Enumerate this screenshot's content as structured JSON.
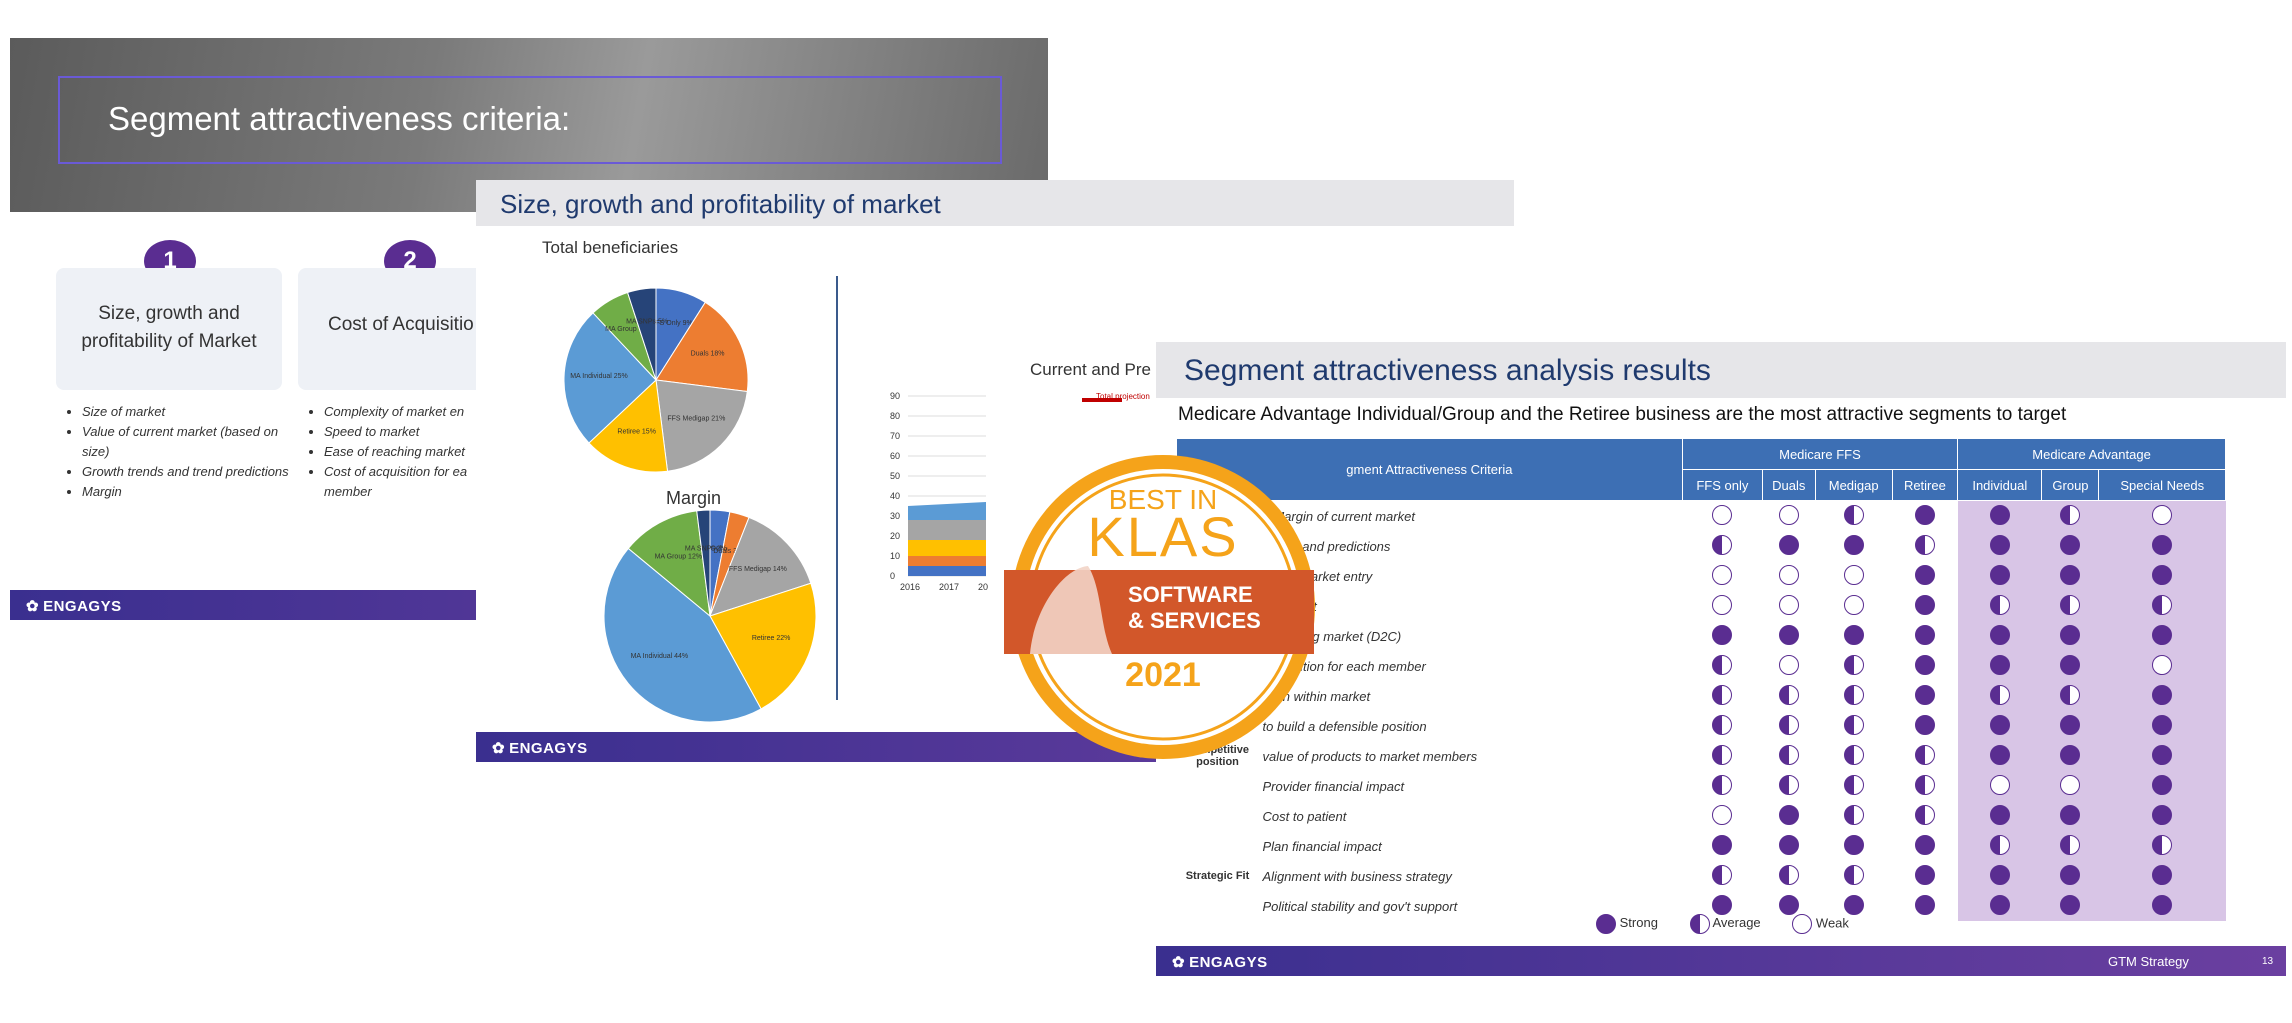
{
  "slide1": {
    "title": "Segment attractiveness criteria:",
    "num1": "1",
    "num2": "2",
    "card1": "Size, growth and profitability of Market",
    "card2": "Cost of Acquisitio",
    "bullets1": [
      "Size of market",
      "Value of current market (based on size)",
      "Growth trends and trend predictions",
      "Margin"
    ],
    "bullets2": [
      "Complexity of market en",
      "Speed to market",
      "Ease of reaching market",
      "Cost of acquisition for ea",
      "member"
    ],
    "footer_brand": "ENGAGYS"
  },
  "slide2": {
    "title": "Size, growth and profitability of market",
    "pie1_title": "Total beneficiaries",
    "pie2_title": "Margin",
    "bar_title": "Current and Pre",
    "bar_legend": "Total projection",
    "footer_brand": "ENGAGYS",
    "chart_data": [
      {
        "type": "pie",
        "title": "Total beneficiaries",
        "slices": [
          {
            "label": "FFS Only",
            "value": 9,
            "color": "#4472c4"
          },
          {
            "label": "Duals",
            "value": 18,
            "color": "#ed7d31"
          },
          {
            "label": "FFS Medigap",
            "value": 21,
            "color": "#a5a5a5"
          },
          {
            "label": "Retiree",
            "value": 15,
            "color": "#ffc000"
          },
          {
            "label": "MA Individual",
            "value": 25,
            "color": "#5b9bd5"
          },
          {
            "label": "MA Group",
            "value": 7,
            "color": "#70ad47"
          },
          {
            "label": "MA SNPs",
            "value": 5,
            "color": "#264478"
          }
        ],
        "labels_text": [
          "FFS Only 9%",
          "Duals 18%",
          "FFS Medigap 21%",
          "Retiree 15%",
          "MA Individual 25%",
          "MA Group 7%",
          "MA SNPs 5%"
        ]
      },
      {
        "type": "pie",
        "title": "Margin",
        "slices": [
          {
            "label": "FFS Only",
            "value": 3,
            "color": "#4472c4"
          },
          {
            "label": "Duals",
            "value": 3,
            "color": "#ed7d31"
          },
          {
            "label": "FFS Medigap",
            "value": 14,
            "color": "#a5a5a5"
          },
          {
            "label": "Retiree",
            "value": 22,
            "color": "#ffc000"
          },
          {
            "label": "MA Individual",
            "value": 44,
            "color": "#5b9bd5"
          },
          {
            "label": "MA Group",
            "value": 12,
            "color": "#70ad47"
          },
          {
            "label": "MA SNPs",
            "value": 2,
            "color": "#264478"
          }
        ],
        "labels_text": [
          "FFS Only 3%",
          "Duals 3%",
          "FFS Medigap 14%",
          "Retiree 22%",
          "MA Individual 44%",
          "MA Group 12%",
          "MA SNPs 2%"
        ]
      },
      {
        "type": "area",
        "title": "Current and Pre",
        "x": [
          "2016",
          "2017",
          "20"
        ],
        "yticks": [
          "0",
          "10",
          "20",
          "30",
          "40",
          "50",
          "60",
          "70",
          "80",
          "90"
        ],
        "ylim": [
          0,
          90
        ],
        "series": [
          {
            "values": [
              5,
              5,
              5
            ],
            "color": "#4472c4"
          },
          {
            "values": [
              5,
              5,
              5
            ],
            "color": "#ed7d31"
          },
          {
            "values": [
              8,
              8,
              8
            ],
            "color": "#ffc000"
          },
          {
            "values": [
              10,
              10,
              10
            ],
            "color": "#a5a5a5"
          },
          {
            "values": [
              7,
              8,
              9
            ],
            "color": "#5b9bd5"
          }
        ]
      }
    ]
  },
  "slide3": {
    "title": "Segment attractiveness analysis results",
    "subtitle": "Medicare Advantage Individual/Group and the Retiree business are the most attractive segments to target",
    "criteria_header": "gment Attractiveness Criteria",
    "group_ffs": "Medicare FFS",
    "group_ma": "Medicare Advantage",
    "columns": [
      "FFS only",
      "Duals",
      "Medigap",
      "Retiree",
      "Individual",
      "Group",
      "Special Needs"
    ],
    "rows": [
      {
        "group": "",
        "label": "d Margin of current market",
        "ratings": [
          "weak",
          "weak",
          "average",
          "strong",
          "strong",
          "average",
          "weak"
        ]
      },
      {
        "group": "",
        "label": "trends and predictions",
        "ratings": [
          "average",
          "strong",
          "strong",
          "average",
          "strong",
          "strong",
          "strong"
        ]
      },
      {
        "group": "",
        "label": "xity of market entry",
        "ratings": [
          "weak",
          "weak",
          "weak",
          "strong",
          "strong",
          "strong",
          "strong"
        ]
      },
      {
        "group": "",
        "label": "to market",
        "ratings": [
          "weak",
          "weak",
          "weak",
          "strong",
          "average",
          "average",
          "average"
        ]
      },
      {
        "group": "",
        "label": "f reaching market (D2C)",
        "ratings": [
          "strong",
          "strong",
          "strong",
          "strong",
          "strong",
          "strong",
          "strong"
        ]
      },
      {
        "group": "",
        "label": "acquisition for each member",
        "ratings": [
          "average",
          "weak",
          "average",
          "strong",
          "strong",
          "strong",
          "weak"
        ]
      },
      {
        "group": "",
        "label": "tition within market",
        "ratings": [
          "average",
          "average",
          "average",
          "strong",
          "average",
          "average",
          "strong"
        ]
      },
      {
        "group": "",
        "label": "to build a defensible position",
        "ratings": [
          "average",
          "average",
          "average",
          "strong",
          "strong",
          "strong",
          "strong"
        ]
      },
      {
        "group": "Competitive position",
        "label": "value of products to market members",
        "ratings": [
          "average",
          "average",
          "average",
          "average",
          "strong",
          "strong",
          "strong"
        ]
      },
      {
        "group": "",
        "label": "Provider financial impact",
        "ratings": [
          "average",
          "average",
          "average",
          "average",
          "weak",
          "weak",
          "strong"
        ]
      },
      {
        "group": "",
        "label": "Cost to patient",
        "ratings": [
          "weak",
          "strong",
          "average",
          "average",
          "strong",
          "strong",
          "strong"
        ]
      },
      {
        "group": "",
        "label": "Plan financial impact",
        "ratings": [
          "strong",
          "strong",
          "strong",
          "strong",
          "average",
          "average",
          "average"
        ]
      },
      {
        "group": "Strategic Fit",
        "label": "Alignment with business strategy",
        "ratings": [
          "average",
          "average",
          "average",
          "strong",
          "strong",
          "strong",
          "strong"
        ]
      },
      {
        "group": "",
        "label": "Political stability and gov't support",
        "ratings": [
          "strong",
          "strong",
          "strong",
          "strong",
          "strong",
          "strong",
          "strong"
        ]
      }
    ],
    "legend": {
      "strong": "Strong",
      "average": "Average",
      "weak": "Weak"
    },
    "footer_brand": "ENGAGYS",
    "footer_section": "GTM Strategy",
    "page_number": "13"
  },
  "badge": {
    "line1": "BEST IN",
    "line2": "KLAS",
    "line3": "SOFTWARE",
    "line4": "& SERVICES",
    "year": "2021",
    "ring_color": "#f5a31a",
    "banner_color": "#d2572a"
  }
}
